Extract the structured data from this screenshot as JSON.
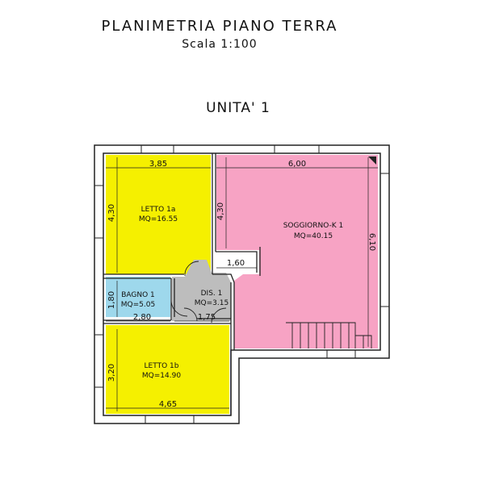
{
  "header": {
    "title": "PLANIMETRIA PIANO TERRA",
    "scale": "Scala 1:100",
    "unit": "UNITA' 1"
  },
  "rooms": [
    {
      "name": "LETTO 1a",
      "area": "MQ=16.55",
      "color": "#f5f000"
    },
    {
      "name": "SOGGIORNO-K 1",
      "area": "MQ=40.15",
      "color": "#f7a3c4"
    },
    {
      "name": "BAGNO 1",
      "area": "MQ=5.05",
      "color": "#9ed8ec"
    },
    {
      "name": "DIS. 1",
      "area": "MQ=3.15",
      "color": "#bdbdbd"
    },
    {
      "name": "LETTO 1b",
      "area": "MQ=14.90",
      "color": "#f5f000"
    }
  ],
  "dimensions": {
    "letto1a_width": "3,85",
    "soggiorno_width": "6,00",
    "letto1a_height": "4,30",
    "center_height": "4,30",
    "soggiorno_height": "6,10",
    "niche_width": "1,60",
    "bagno_height": "1,80",
    "bagno_width": "2,80",
    "dis_width": "1,75",
    "letto1b_height": "3,20",
    "letto1b_width": "4,65"
  },
  "colors": {
    "wall": "#222222",
    "yellow": "#f5f000",
    "pink": "#f7a3c4",
    "blue": "#9ed8ec",
    "gray": "#bdbdbd"
  }
}
